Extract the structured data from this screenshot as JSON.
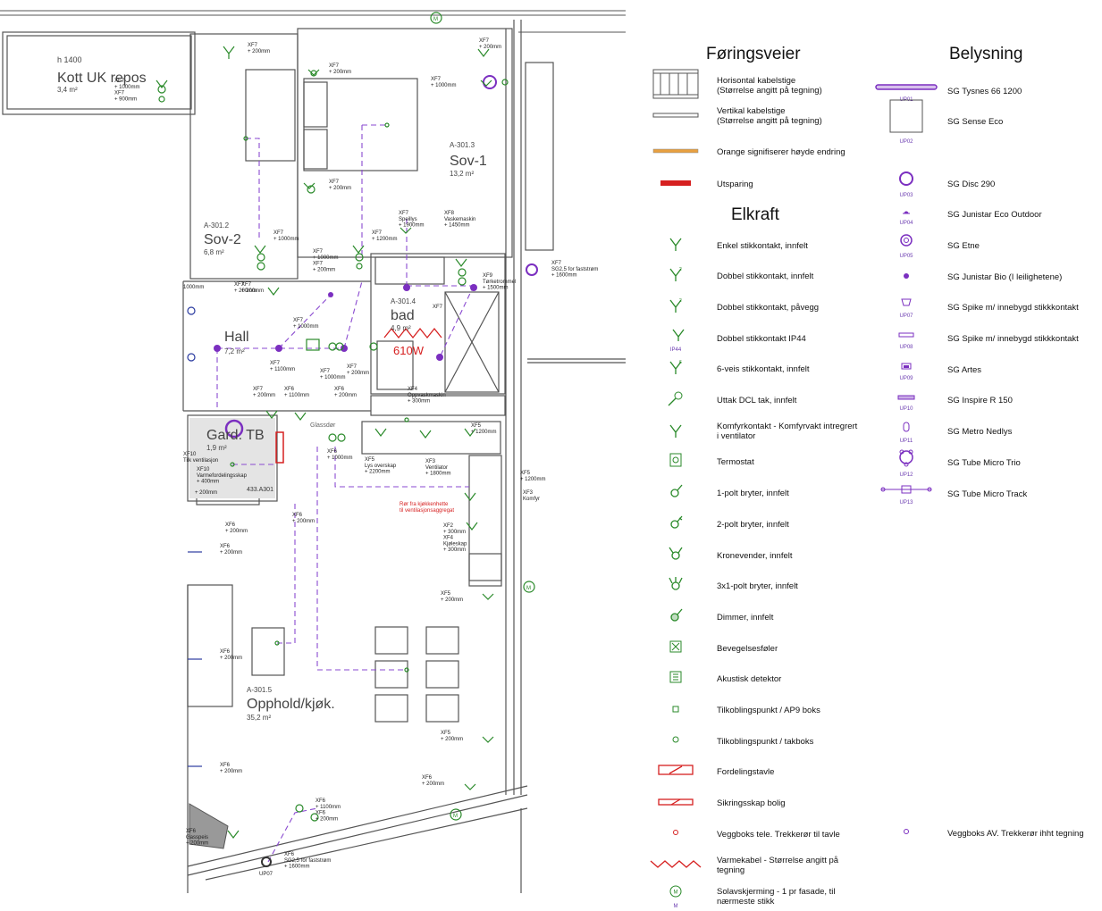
{
  "rooms": [
    {
      "code": "",
      "name": "Kott UK repos",
      "area": "3,4 m²",
      "extra": "h 1400"
    },
    {
      "code": "A-301.3",
      "name": "Sov-1",
      "area": "13,2 m²"
    },
    {
      "code": "A-301.2",
      "name": "Sov-2",
      "area": "6,8 m²"
    },
    {
      "code": "A-301.4",
      "name": "bad",
      "area": "4,9 m²"
    },
    {
      "code": "",
      "name": "Hall",
      "area": "7,2 m²"
    },
    {
      "code": "",
      "name": "Gard. TB",
      "area": "1,9 m²"
    },
    {
      "code": "A-301.5",
      "name": "Opphold/kjøk.",
      "area": "35,2 m²"
    }
  ],
  "heating_label": "610W",
  "notes": {
    "glassdor": "Glassdør",
    "kitchen_pipe": "Rør fra kjøkkenhette\ntil ventilasjonsaggregat",
    "panel": "433.A301"
  },
  "annotations": [
    {
      "text": "XF7\n+ 200mm"
    },
    {
      "text": "XF7\n+ 200mm"
    },
    {
      "text": "XF7\n+ 200mm"
    },
    {
      "text": "XF7\n+ 1000mm"
    },
    {
      "text": "XF7\n+ 1000mm\nXF7\n+ 900mm"
    },
    {
      "text": "XF7\n+ 200mm"
    },
    {
      "text": "XF7\n+ 1000mm"
    },
    {
      "text": "XF7\n+ 200mm"
    },
    {
      "text": "XF7\n+ 1000mm\nXF7\n+ 200mm"
    },
    {
      "text": "XF7\n+ 1200mm"
    },
    {
      "text": "XF7\nSpeillys\n+ 1900mm"
    },
    {
      "text": "XF8\nVaskemaskin\n+ 1450mm"
    },
    {
      "text": "XF9\nTørketrommel\n+ 1500mm"
    },
    {
      "text": "XF7\nSG2,5 for faststrøm\n+ 1600mm"
    },
    {
      "text": "XF7\n+ 200mm"
    },
    {
      "text": "1000mm"
    },
    {
      "text": "XF7\n+ 1000mm"
    },
    {
      "text": "XF7\n+ 1100mm"
    },
    {
      "text": "XF7\n+ 1000mm"
    },
    {
      "text": "XF7\n+ 200mm"
    },
    {
      "text": "XF7"
    },
    {
      "text": "XF7\n+ 200mm"
    },
    {
      "text": "XF6\n+ 1100mm"
    },
    {
      "text": "XF6\n+ 200mm"
    },
    {
      "text": "XF4\nOppvaskmaskin\n+ 300mm"
    },
    {
      "text": "XF5\n+ 1200mm"
    },
    {
      "text": "XF10\nTilk ventilasjon"
    },
    {
      "text": "XF10\nVarmefordelingsskap\n+ 400mm"
    },
    {
      "text": "+ 200mm"
    },
    {
      "text": "XF6\n+ 1000mm"
    },
    {
      "text": "XF5\nLys overskap\n+ 2200mm"
    },
    {
      "text": "XF3\nVentilator\n+ 1800mm"
    },
    {
      "text": "XF5\n+ 1200mm"
    },
    {
      "text": "XF3\nKomfyr"
    },
    {
      "text": "XF6\n+ 200mm"
    },
    {
      "text": "XF6\n+ 200mm"
    },
    {
      "text": "XF6\n+ 200mm"
    },
    {
      "text": "XF2\n+ 300mm\nXF4\nKjøleskap\n+ 300mm"
    },
    {
      "text": "XF5\n+ 200mm"
    },
    {
      "text": "XF6\n+ 200mm"
    },
    {
      "text": "XF5\n+ 200mm"
    },
    {
      "text": "XF6\n+ 200mm"
    },
    {
      "text": "XF6\n+ 200mm"
    },
    {
      "text": "XF6\n+ 1100mm\nXF6\n+ 200mm"
    },
    {
      "text": "XF6\nGasspeis\n+ 200mm"
    },
    {
      "text": "XF6\nSG2,5 for faststrøm\n+ 1600mm"
    },
    {
      "text": "UP07"
    }
  ],
  "legend": {
    "sections": {
      "foringsveier": "Føringsveier",
      "elkraft": "Elkraft",
      "belysning": "Belysning"
    },
    "foringsveier": [
      {
        "label": "Horisontal kabelstige\n(Størrelse angitt på tegning)",
        "icon": "ladder-horizontal"
      },
      {
        "label": "Vertikal kabelstige\n(Størrelse angitt på tegning)",
        "icon": "ladder-vertical"
      },
      {
        "label": "Orange signifiserer høyde endring",
        "icon": "orange-line",
        "color": "#e8a040"
      },
      {
        "label": "Utsparing",
        "icon": "red-bar",
        "color": "#d62020"
      }
    ],
    "elkraft": [
      {
        "label": "Enkel stikkontakt, innfelt",
        "icon": "socket-single"
      },
      {
        "label": "Dobbel stikkontakt, innfelt",
        "icon": "socket-double"
      },
      {
        "label": "Dobbel stikkontakt, påvegg",
        "icon": "socket-double-wall"
      },
      {
        "label": "Dobbel stikkontakt IP44",
        "icon": "socket-ip44",
        "code": "IP44"
      },
      {
        "label": "6-veis stikkontakt, innfelt",
        "icon": "socket-6way"
      },
      {
        "label": "Uttak DCL tak, innfelt",
        "icon": "dcl-outlet"
      },
      {
        "label": "Komfyrkontakt - Komfyrvakt intregrert\ni ventilator",
        "icon": "stove-outlet"
      },
      {
        "label": "Termostat",
        "icon": "thermostat"
      },
      {
        "label": "1-polt bryter, innfelt",
        "icon": "switch-1pole"
      },
      {
        "label": "2-polt bryter, innfelt",
        "icon": "switch-2pole"
      },
      {
        "label": "Kronevender, innfelt",
        "icon": "switch-crown"
      },
      {
        "label": "3x1-polt bryter, innfelt",
        "icon": "switch-3x1"
      },
      {
        "label": "Dimmer, innfelt",
        "icon": "dimmer"
      },
      {
        "label": "Bevegelsesføler",
        "icon": "motion-sensor"
      },
      {
        "label": "Akustisk detektor",
        "icon": "acoustic-detector"
      },
      {
        "label": "Tilkoblingspunkt / AP9 boks",
        "icon": "connection-square"
      },
      {
        "label": "Tilkoblingspunkt / takboks",
        "icon": "connection-circle"
      },
      {
        "label": "Fordelingstavle",
        "icon": "distribution-board",
        "color": "#d62020"
      },
      {
        "label": "Sikringsskap bolig",
        "icon": "fuse-box",
        "color": "#d62020"
      },
      {
        "label": "Veggboks tele. Trekkerør til tavle",
        "icon": "wallbox-tele",
        "color": "#d62020"
      },
      {
        "label": "Varmekabel - Størrelse angitt på\ntegning",
        "icon": "heating-cable",
        "color": "#d62020"
      },
      {
        "label": "Solavskjerming - 1 pr fasade, til\nnærmeste stikk",
        "icon": "sunshade",
        "code": "M"
      }
    ],
    "belysning": [
      {
        "label": "SG Tysnes 66 1200",
        "code": "UP01",
        "icon": "linear-light"
      },
      {
        "label": "SG Sense Eco",
        "code": "UP02",
        "icon": "square-panel"
      },
      {
        "label": "SG Disc 290",
        "code": "UP03",
        "icon": "disc-light"
      },
      {
        "label": "SG Junistar Eco Outdoor",
        "code": "UP04",
        "icon": "outdoor-light"
      },
      {
        "label": "SG Etne",
        "code": "UP05",
        "icon": "ring-light"
      },
      {
        "label": "SG Junistar Bio (I leilighetene)",
        "code": "",
        "icon": "dot-light"
      },
      {
        "label": "SG Spike m/ innebygd stikkkontakt",
        "code": "UP07",
        "icon": "spike-light"
      },
      {
        "label": "SG Spike m/ innebygd stikkkontakt",
        "code": "UP08",
        "icon": "spike-bar-light"
      },
      {
        "label": "SG Artes",
        "code": "UP09",
        "icon": "artes-light"
      },
      {
        "label": "SG Inspire R 150",
        "code": "UP10",
        "icon": "inspire-light"
      },
      {
        "label": "SG Metro Nedlys",
        "code": "UP11",
        "icon": "metro-light"
      },
      {
        "label": "SG Tube Micro Trio",
        "code": "UP12",
        "icon": "tube-trio-light"
      },
      {
        "label": "SG Tube Micro Track",
        "code": "UP13",
        "icon": "track-light"
      },
      {
        "label": "Veggboks AV. Trekkerør ihht tegning",
        "code": "",
        "icon": "wallbox-av"
      }
    ]
  },
  "colors": {
    "wall": "#555555",
    "elkraft_green": "#2a8a2a",
    "lighting_purple": "#7b2fc0",
    "dash_purple": "#8a4ad0",
    "red": "#d62020",
    "orange": "#e8a040"
  }
}
